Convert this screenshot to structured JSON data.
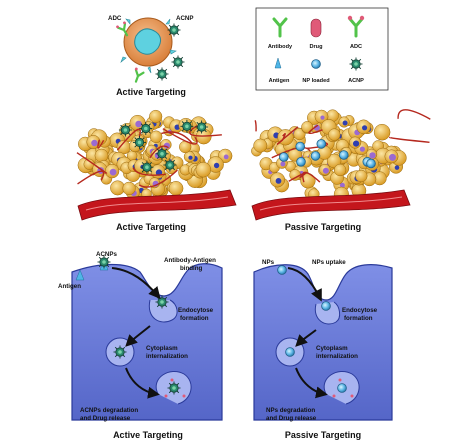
{
  "top": {
    "active_caption": "Active Targeting",
    "adc_label": "ADC",
    "acnp_label": "ACNP"
  },
  "legend": {
    "antibody": "Antibody",
    "drug": "Drug",
    "adc": "ADC",
    "antigen": "Antigen",
    "np_loaded": "NP loaded",
    "acnp": "ACNP"
  },
  "tumor": {
    "active_caption": "Active Targeting",
    "passive_caption": "Passive Targeting"
  },
  "cells": {
    "left": {
      "caption": "Active Targeting",
      "particles_label": "ACNPs",
      "antigen_label": "Antigen",
      "binding_label_1": "Antibody-Antigen",
      "binding_label_2": "binding",
      "endocytose_1": "Endocytose",
      "endocytose_2": "formation",
      "cytoplasm_1": "Cytoplasm",
      "cytoplasm_2": "internalization",
      "release_1": "ACNPs degradation",
      "release_2": "and Drug release"
    },
    "right": {
      "caption": "Passive Targeting",
      "particles_label": "NPs",
      "uptake_label": "NPs uptake",
      "endocytose_1": "Endocytose",
      "endocytose_2": "formation",
      "cytoplasm_1": "Cytoplasm",
      "cytoplasm_2": "internalization",
      "release_1": "NPs degradation",
      "release_2": "and Drug release"
    }
  },
  "colors": {
    "cell_fill": "#6f7fd9",
    "cell_stroke": "#2a3a9a",
    "vessel": "#c4161c",
    "tumor_cell": "#e6b53b",
    "nucleus": "#2f3fb0",
    "acnp": "#2b8a6e",
    "antibody": "#6fd36a",
    "drug": "#e05a78",
    "np_core": "#5fb7e6"
  }
}
